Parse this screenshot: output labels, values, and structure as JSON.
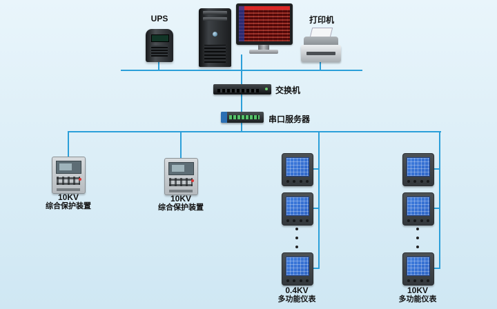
{
  "nodes": {
    "ups": {
      "label": "UPS"
    },
    "printer": {
      "label": "打印机"
    },
    "switch": {
      "label": "交换机"
    },
    "serial_server": {
      "label": "串口服务器"
    },
    "protection_1": {
      "kv": "10KV",
      "name": "综合保护装置"
    },
    "protection_2": {
      "kv": "10KV",
      "name": "综合保护装置"
    },
    "meter_group_1": {
      "kv": "0.4KV",
      "name": "多功能仪表"
    },
    "meter_group_2": {
      "kv": "10KV",
      "name": "多功能仪表"
    }
  },
  "colors": {
    "connector": "#2b9fd9",
    "background_top": "#e9f5fb",
    "background_bottom": "#cfe7f3",
    "label_text": "#111111",
    "meter_screen": "#2f66c8"
  }
}
